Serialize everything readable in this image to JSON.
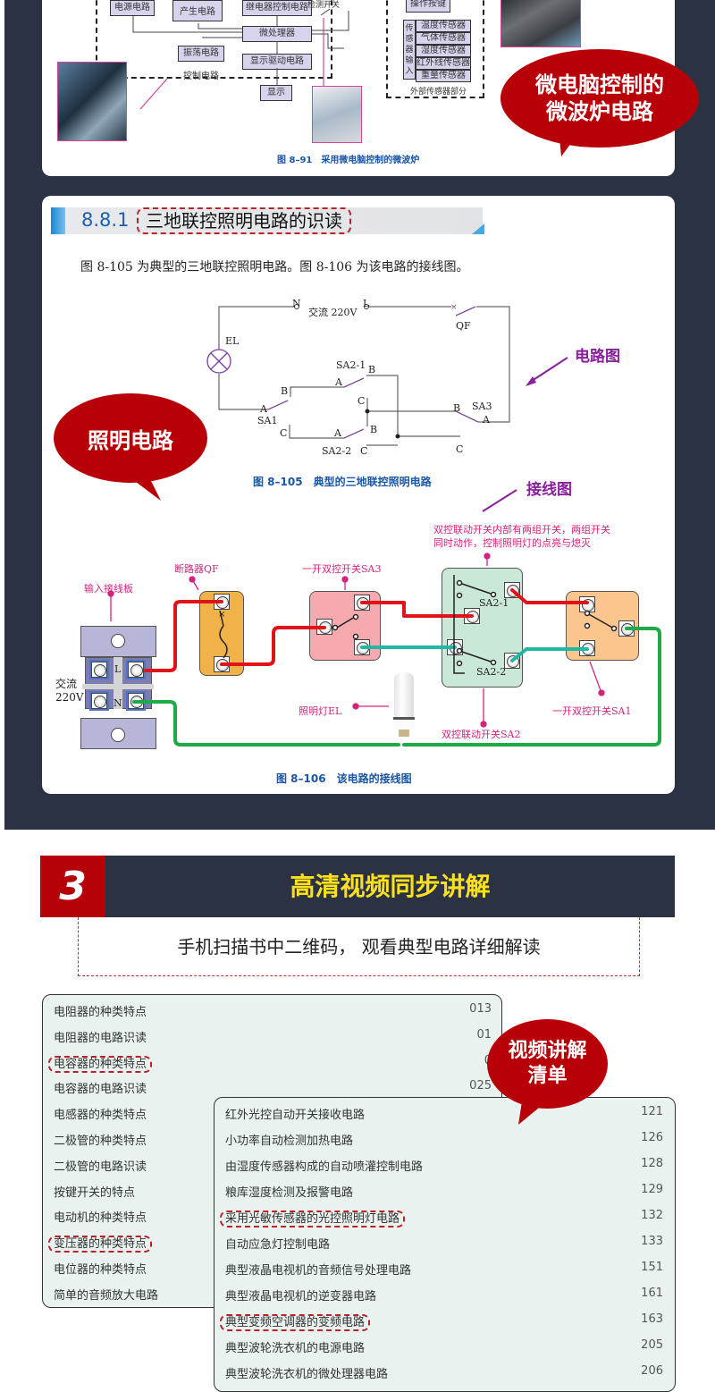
{
  "microwave_section": {
    "blocks": {
      "power_circuit": "电源电路",
      "gen_circuit": "产生电路",
      "relay_ctrl": "继电器控制电路",
      "detect_switch": "检测开关",
      "operate_keys": "操作按键",
      "cpu": "微处理器",
      "oscillator": "振荡电路",
      "display_driver": "显示驱动电路",
      "display": "显示",
      "control_circuit_label": "控制电路",
      "sensor_input": "传感器输入",
      "external_sensor_label": "外部传感器部分"
    },
    "sensors": [
      "温度传感器",
      "气体传感器",
      "湿度传感器",
      "红外线传感器",
      "重量传感器"
    ],
    "caption": "图 8–91　采用微电脑控制的微波炉",
    "bubble": "微电脑控制的微波炉电路"
  },
  "lighting_section": {
    "number": "8.8.1",
    "title": "三地联控照明电路的识读",
    "intro": "图 8-105 为典型的三地联控照明电路。图 8-106 为该电路的接线图。",
    "schematic": {
      "N": "N",
      "L": "L",
      "ac_label": "交流 220V",
      "QF": "QF",
      "EL": "EL",
      "SA1": "SA1",
      "SA2_1": "SA2-1",
      "SA2_2": "SA2-2",
      "SA3": "SA3",
      "A": "A",
      "B": "B",
      "C": "C"
    },
    "schematic_caption": "图 8–105　典型的三地联控照明电路",
    "schematic_pointer": "电路图",
    "bubble": "照明电路",
    "wiring_pointer": "接线图",
    "wiring": {
      "input_board": "输入接线板",
      "breaker": "断路器QF",
      "sa3": "一开双控开关SA3",
      "sa2_note": "双控联动开关内部有两组开关，两组开关同时动作，控制照明灯的点亮与熄灭",
      "sa2_note_line1": "双控联动开关内部有两组开关，两组开关",
      "sa2_note_line2": "同时动作，控制照明灯的点亮与熄灭",
      "sa2": "双控联动开关SA2",
      "sa1": "一开双控开关SA1",
      "lamp": "照明灯EL",
      "ac_in_1": "交流",
      "ac_in_2": "220V",
      "L": "L",
      "N": "N",
      "sa2_1": "SA2-1",
      "sa2_2": "SA2-2"
    },
    "wiring_caption": "图 8–106　该电路的接线图"
  },
  "video_section": {
    "number": "3",
    "title": "高清视频同步讲解",
    "subtitle": "手机扫描书中二维码， 观看典型电路详细解读",
    "bubble_line1": "视频讲解",
    "bubble_line2": "清单",
    "list_left": [
      {
        "title": "电阻器的种类特点",
        "page": "013",
        "highlight": false
      },
      {
        "title": "电阻器的电路识读",
        "page": "01",
        "highlight": false
      },
      {
        "title": "电容器的种类特点",
        "page": "0",
        "highlight": true
      },
      {
        "title": "电容器的电路识读",
        "page": "025",
        "highlight": false
      },
      {
        "title": "电感器的种类特点",
        "page": "",
        "highlight": false
      },
      {
        "title": "二极管的种类特点",
        "page": "",
        "highlight": false
      },
      {
        "title": "二极管的电路识读",
        "page": "",
        "highlight": false
      },
      {
        "title": "按键开关的特点",
        "page": "",
        "highlight": false
      },
      {
        "title": "电动机的种类特点",
        "page": "",
        "highlight": false
      },
      {
        "title": "变压器的种类特点",
        "page": "",
        "highlight": true
      },
      {
        "title": "电位器的种类特点",
        "page": "",
        "highlight": false
      },
      {
        "title": "简单的音频放大电路",
        "page": "",
        "highlight": false
      }
    ],
    "list_right": [
      {
        "title": "红外光控自动开关接收电路",
        "page": "121",
        "highlight": false
      },
      {
        "title": "小功率自动检测加热电路",
        "page": "126",
        "highlight": false
      },
      {
        "title": "由湿度传感器构成的自动喷灌控制电路",
        "page": "128",
        "highlight": false
      },
      {
        "title": "粮库湿度检测及报警电路",
        "page": "129",
        "highlight": false
      },
      {
        "title": "采用光敏传感器的光控照明灯电路",
        "page": "132",
        "highlight": true
      },
      {
        "title": "自动应急灯控制电路",
        "page": "133",
        "highlight": false
      },
      {
        "title": "典型液晶电视机的音频信号处理电路",
        "page": "151",
        "highlight": false
      },
      {
        "title": "典型液晶电视机的逆变器电路",
        "page": "161",
        "highlight": false
      },
      {
        "title": "典型变频空调器的变频电路",
        "page": "163",
        "highlight": true
      },
      {
        "title": "典型波轮洗衣机的电源电路",
        "page": "205",
        "highlight": false
      },
      {
        "title": "典型波轮洗衣机的微处理器电路",
        "page": "206",
        "highlight": false
      }
    ]
  },
  "colors": {
    "dark_bg": "#2b3244",
    "accent_red": "#b50008",
    "title_yellow": "#ffe11a",
    "caption_blue": "#1a56a6",
    "pink": "#d4237e",
    "list_bg": "#e9f2ef"
  }
}
